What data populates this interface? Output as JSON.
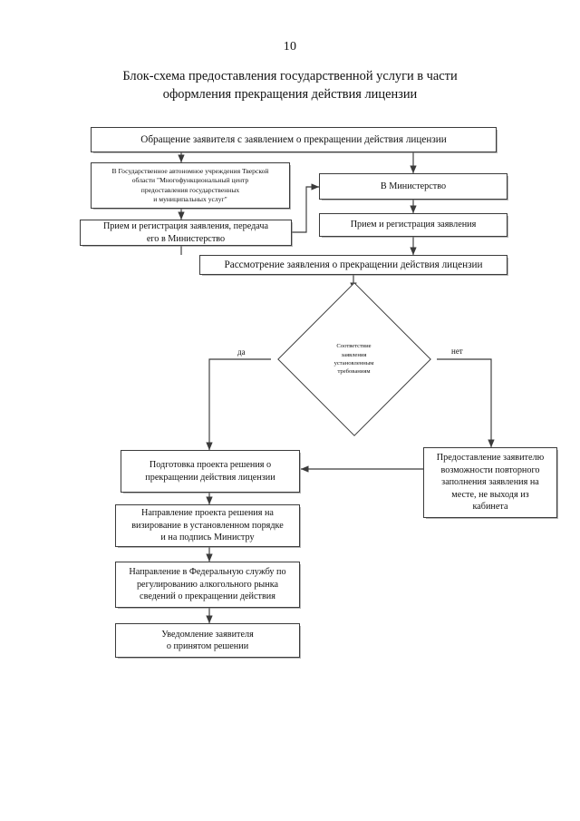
{
  "page": {
    "number": "10",
    "title": "Блок-схема предоставления государственной услуги в части\nоформления прекращения действия лицензии"
  },
  "flowchart": {
    "nodes": [
      {
        "id": "start",
        "name": "node-application-submission",
        "shape": "rect",
        "text": "Обращение заявителя с заявлением о прекращении действия лицензии"
      },
      {
        "id": "mfc",
        "name": "node-mfc-branch",
        "shape": "rect",
        "text": "В Государственное автономное учреждения Тверской\nобласти \"Многофункциональный центр\nпредоставления государственных\nи муниципальных услуг\""
      },
      {
        "id": "ministry",
        "name": "node-ministry-branch",
        "shape": "rect",
        "text": "В Министерство"
      },
      {
        "id": "mfc-register",
        "name": "node-mfc-receive-register",
        "shape": "rect",
        "text": "Прием и регистрация заявления, передача\nего в Министерство"
      },
      {
        "id": "ministry-register",
        "name": "node-ministry-receive-register",
        "shape": "rect",
        "text": "Прием и регистрация заявления"
      },
      {
        "id": "review",
        "name": "node-application-review",
        "shape": "rect",
        "text": "Рассмотрение заявления о прекращении действия лицензии"
      },
      {
        "id": "decision",
        "name": "node-compliance-decision",
        "shape": "diamond",
        "text": "Соответствие\nзаявления\nустановленным\nтребованиям"
      },
      {
        "id": "draft",
        "name": "node-prepare-draft-decision",
        "shape": "rect",
        "text": "Подготовка проекта решения о\nпрекращении действия лицензии"
      },
      {
        "id": "resubmit",
        "name": "node-offer-resubmission",
        "shape": "rect",
        "text": "Предоставление заявителю\nвозможности повторного\nзаполнения заявления на\nместе, не выходя из\nкабинета"
      },
      {
        "id": "endorse",
        "name": "node-send-for-endorsement",
        "shape": "rect",
        "text": "Направление проекта решения на\nвизирование в установленном порядке\nи на подпись Министру"
      },
      {
        "id": "federal",
        "name": "node-notify-federal-service",
        "shape": "rect",
        "text": "Направление в Федеральную службу по\nрегулированию алкогольного рынка\nсведений о прекращении действия"
      },
      {
        "id": "notify",
        "name": "node-notify-applicant",
        "shape": "rect",
        "text": "Уведомление заявителя\nо принятом решении"
      }
    ],
    "edge_labels": {
      "yes": "да",
      "no": "нет"
    }
  },
  "style": {
    "line_color": "#3b3b3b",
    "box_fill": "#ffffff",
    "text_color": "#111111"
  }
}
